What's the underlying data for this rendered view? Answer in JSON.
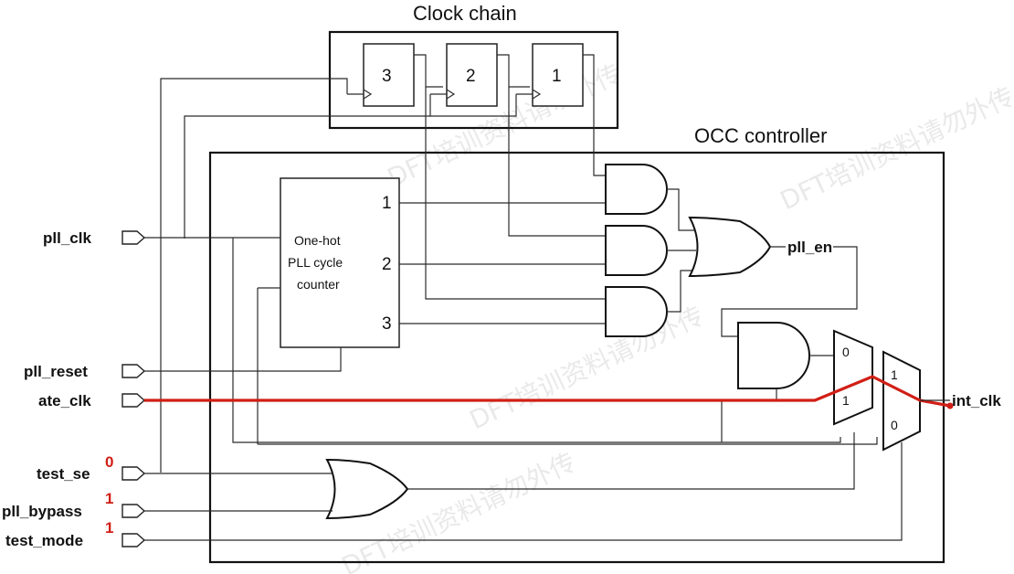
{
  "titles": {
    "clock_chain": "Clock chain",
    "occ_controller": "OCC controller"
  },
  "flops": [
    "3",
    "2",
    "1"
  ],
  "counter": {
    "lines": [
      "One-hot",
      "PLL cycle",
      "counter"
    ],
    "outputs": [
      "1",
      "2",
      "3"
    ]
  },
  "mux_a": {
    "in0": "0",
    "in1": "1"
  },
  "mux_b": {
    "in1": "1",
    "in0": "0"
  },
  "inputs": {
    "pll_clk": "pll_clk",
    "pll_reset": "pll_reset",
    "ate_clk": "ate_clk",
    "test_se": "test_se",
    "pll_bypass": "pll_bypass",
    "test_mode": "test_mode"
  },
  "input_values": {
    "test_se": "0",
    "pll_bypass": "1",
    "test_mode": "1"
  },
  "signals": {
    "pll_en": "pll_en",
    "int_clk": "int_clk"
  },
  "watermark": "DFT培训资料请勿外传",
  "colors": {
    "highlight": "#d11f16",
    "line": "#2b2b2b"
  }
}
